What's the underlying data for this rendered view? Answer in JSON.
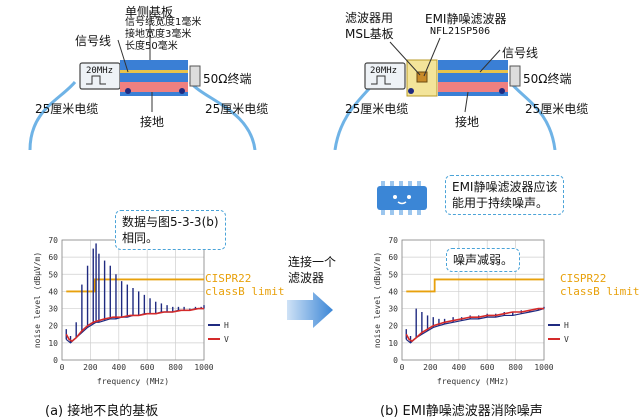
{
  "left_board": {
    "title": "单侧基板",
    "spec_lines": [
      "信号线宽度1毫米",
      "接地宽度3毫米",
      "长度50毫米"
    ],
    "signal_line": "信号线",
    "source": "20MHz",
    "termination": "50Ω终端",
    "cable_left": "25厘米电缆",
    "cable_right": "25厘米电缆",
    "ground": "接地"
  },
  "right_board": {
    "filter_board": "滤波器用\nMSL基板",
    "filter_name": "EMI静噪滤波器",
    "part_number": "NFL21SP506",
    "signal_line": "信号线",
    "source": "20MHz",
    "termination": "50Ω终端",
    "cable_left": "25厘米电缆",
    "cable_right": "25厘米电缆",
    "ground": "接地"
  },
  "left_chart_note": "数据与图5-3-3(b)\n相同。",
  "arrow_label": "连接一个\n滤波器",
  "chip_note": "EMI静噪滤波器应该\n能用于持续噪声。",
  "right_chart_note": "噪声减弱。",
  "captions": {
    "left": "(a) 接地不良的基板",
    "right": "(b) EMI静噪滤波器消除噪声"
  },
  "colors": {
    "series_H": "#1f2a80",
    "series_V": "#d42a2a",
    "limit": "#e8a10c",
    "arrow": "#3b86d6",
    "board": "#3a7fd5",
    "ground_strip": "#f08080"
  },
  "chart_data": [
    {
      "type": "line",
      "xlabel": "frequency (MHz)",
      "ylabel": "noise level (dBμV/m)",
      "xlim": [
        0,
        1000
      ],
      "ylim": [
        0,
        70
      ],
      "x_ticks": [
        "0",
        "200",
        "400",
        "600",
        "800",
        "1000"
      ],
      "y_ticks": [
        "0",
        "10",
        "20",
        "30",
        "40",
        "50",
        "60",
        "70"
      ],
      "limit_label": "CISPR22\nclassB limit",
      "limit": {
        "x": [
          30,
          230,
          230,
          1000
        ],
        "y": [
          40,
          40,
          47,
          47
        ]
      },
      "series": [
        {
          "name": "H",
          "x": [
            30,
            60,
            100,
            140,
            180,
            220,
            240,
            260,
            300,
            340,
            380,
            420,
            460,
            500,
            540,
            580,
            620,
            660,
            700,
            740,
            780,
            820,
            860,
            900,
            940,
            980,
            1000
          ],
          "y": [
            18,
            14,
            22,
            44,
            55,
            65,
            68,
            62,
            58,
            55,
            50,
            46,
            44,
            42,
            40,
            38,
            36,
            34,
            33,
            32,
            31,
            31,
            31,
            30,
            31,
            31,
            32
          ],
          "base": [
            12,
            10,
            13,
            16,
            19,
            21,
            22,
            22,
            23,
            24,
            24,
            25,
            25,
            26,
            26,
            27,
            27,
            27,
            28,
            28,
            28,
            29,
            29,
            29,
            30,
            30,
            30
          ]
        },
        {
          "name": "V",
          "x": [
            30,
            50,
            70,
            100,
            140,
            180,
            220,
            260,
            300,
            360,
            420,
            480,
            540,
            600,
            660,
            720,
            780,
            840,
            900,
            960,
            1000
          ],
          "y": [
            15,
            12,
            11,
            13,
            17,
            20,
            22,
            23,
            24,
            25,
            25,
            26,
            26,
            27,
            27,
            28,
            28,
            29,
            29,
            30,
            30
          ]
        }
      ]
    },
    {
      "type": "line",
      "xlabel": "frequency (MHz)",
      "ylabel": "noise level (dBμV/m)",
      "xlim": [
        0,
        1000
      ],
      "ylim": [
        0,
        70
      ],
      "x_ticks": [
        "0",
        "200",
        "400",
        "600",
        "800",
        "1000"
      ],
      "y_ticks": [
        "0",
        "10",
        "20",
        "30",
        "40",
        "50",
        "60",
        "70"
      ],
      "limit_label": "CISPR22\nclassB limit",
      "limit": {
        "x": [
          30,
          230,
          230,
          1000
        ],
        "y": [
          40,
          40,
          47,
          47
        ]
      },
      "series": [
        {
          "name": "H",
          "x": [
            30,
            60,
            100,
            140,
            180,
            220,
            260,
            300,
            360,
            420,
            480,
            540,
            600,
            660,
            720,
            780,
            840,
            900,
            960,
            1000
          ],
          "y": [
            18,
            14,
            30,
            28,
            26,
            25,
            24,
            24,
            25,
            25,
            26,
            26,
            27,
            27,
            28,
            28,
            29,
            29,
            30,
            31
          ],
          "base": [
            12,
            10,
            13,
            15,
            17,
            19,
            20,
            21,
            22,
            23,
            24,
            24,
            25,
            25,
            26,
            26,
            27,
            28,
            29,
            30
          ]
        },
        {
          "name": "V",
          "x": [
            30,
            50,
            70,
            100,
            140,
            180,
            220,
            260,
            300,
            360,
            420,
            480,
            540,
            600,
            660,
            720,
            780,
            840,
            900,
            960,
            1000
          ],
          "y": [
            15,
            12,
            11,
            13,
            16,
            18,
            20,
            21,
            22,
            23,
            24,
            25,
            25,
            26,
            26,
            27,
            28,
            28,
            29,
            30,
            30
          ]
        }
      ]
    }
  ]
}
